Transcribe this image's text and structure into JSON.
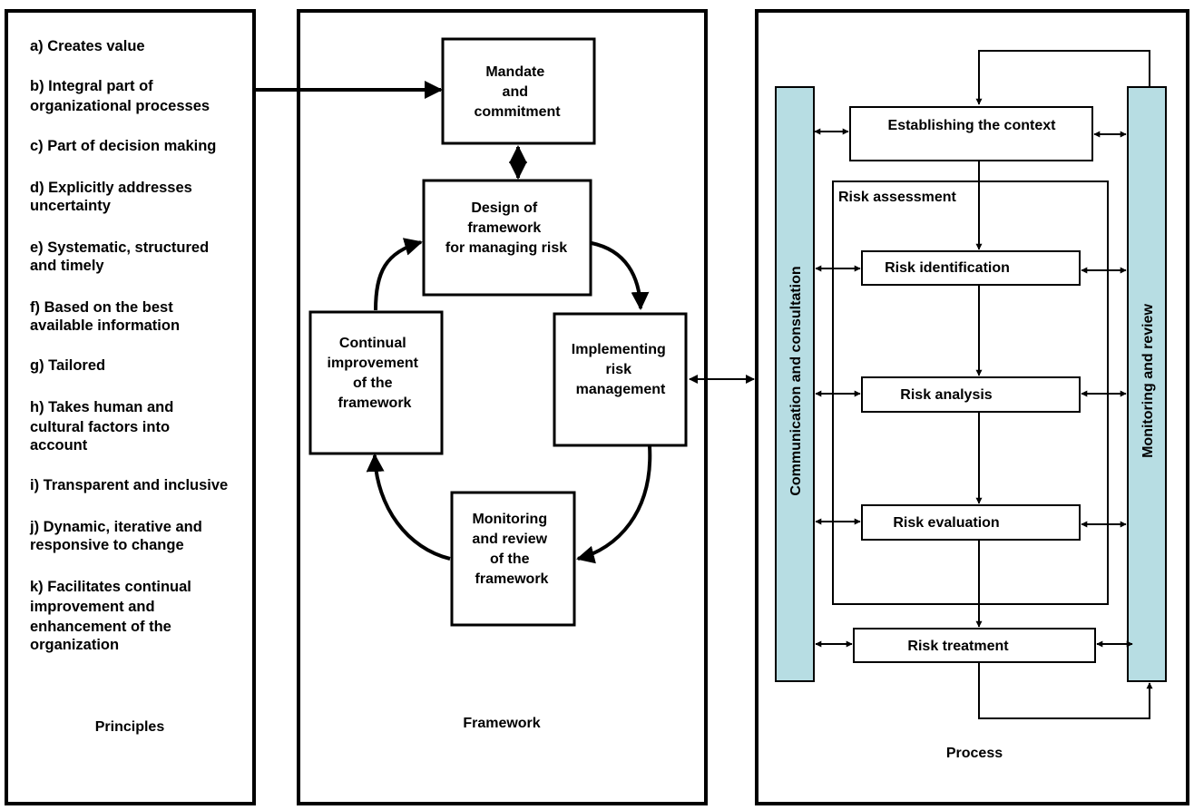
{
  "principles": {
    "title": "Principles",
    "items": [
      [
        "a) Creates value"
      ],
      [
        "b) Integral part of",
        "organizational processes"
      ],
      [
        "c) Part of decision making"
      ],
      [
        "d) Explicitly addresses",
        "uncertainty"
      ],
      [
        "e) Systematic, structured",
        "and timely"
      ],
      [
        "f) Based on the best",
        "available information"
      ],
      [
        "g) Tailored"
      ],
      [
        "h) Takes human and",
        "cultural factors into",
        "account"
      ],
      [
        "i) Transparent and inclusive"
      ],
      [
        "j) Dynamic, iterative and",
        "responsive to change"
      ],
      [
        "k) Facilitates continual",
        "improvement and",
        "enhancement of the",
        "organization"
      ]
    ]
  },
  "framework": {
    "title": "Framework",
    "mandate": [
      "Mandate",
      "and",
      "commitment"
    ],
    "design": [
      "Design of",
      "framework",
      "for managing risk"
    ],
    "implementing": [
      "Implementing",
      "risk",
      "management"
    ],
    "monitoring": [
      "Monitoring",
      "and review",
      "of the",
      "framework"
    ],
    "continual": [
      "Continual",
      "improvement",
      "of the",
      "framework"
    ]
  },
  "process": {
    "title": "Process",
    "communication": "Communication and consultation",
    "monitoring_review": "Monitoring and review",
    "context": "Establishing the context",
    "assessment": "Risk  assessment",
    "identification": "Risk identification",
    "analysis": "Risk analysis",
    "evaluation": "Risk evaluation",
    "treatment": "Risk treatment"
  },
  "colors": {
    "side_bar_fill": "#b7dde3"
  }
}
